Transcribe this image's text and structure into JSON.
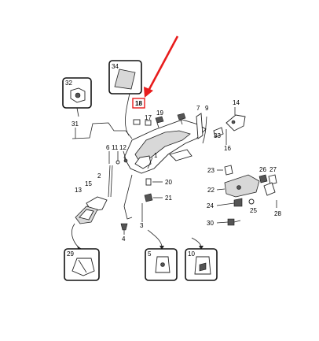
{
  "diagram": {
    "highlight_color": "#e81c1c",
    "highlighted_part": "18",
    "callout_boxes": [
      {
        "id": "box-34",
        "label": "34"
      },
      {
        "id": "box-32",
        "label": "32"
      },
      {
        "id": "box-29",
        "label": "29"
      },
      {
        "id": "box-5",
        "label": "5"
      },
      {
        "id": "box-10",
        "label": "10"
      }
    ],
    "labels": {
      "l1": "1",
      "l2": "2",
      "l3": "3",
      "l4": "4",
      "l6": "6",
      "l7": "7",
      "l9": "9",
      "l11": "11",
      "l12": "12",
      "l13": "13",
      "l14": "14",
      "l15": "15",
      "l16": "16",
      "l17": "17",
      "l18": "18",
      "l19": "19",
      "l20": "20",
      "l21": "21",
      "l22": "22",
      "l23": "23",
      "l24": "24",
      "l25": "25",
      "l26": "26",
      "l27": "27",
      "l28": "28",
      "l30": "30",
      "l31": "31",
      "l33": "33"
    }
  }
}
